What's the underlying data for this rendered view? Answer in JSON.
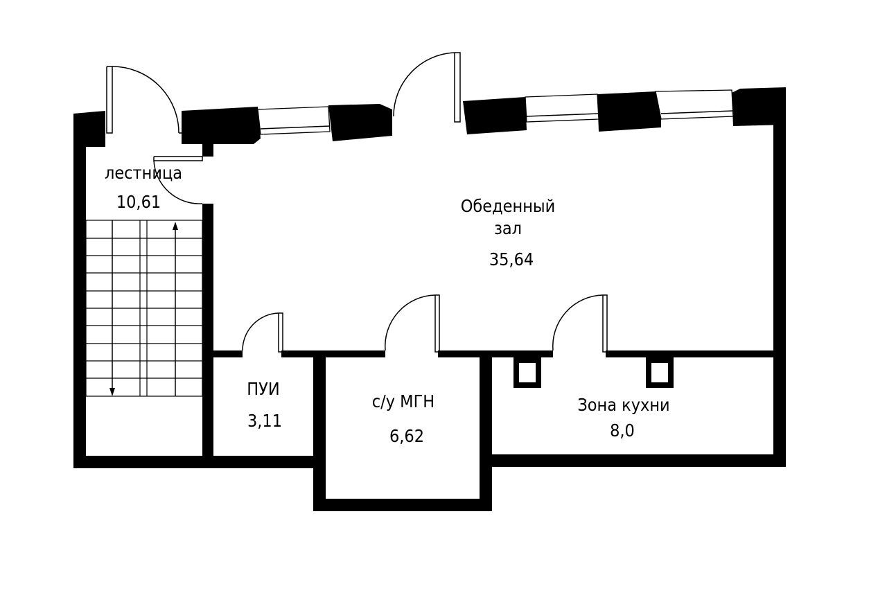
{
  "rooms": {
    "staircase": {
      "name": "лестница",
      "area": "10,61"
    },
    "dining_hall": {
      "name_line1": "Обеденный",
      "name_line2": "зал",
      "area": "35,64"
    },
    "cleaning_room": {
      "name": "ПУИ",
      "area": "3,11"
    },
    "accessible_wc": {
      "name": "с/у МГН",
      "area": "6,62"
    },
    "kitchen_zone": {
      "name": "Зона кухни",
      "area": "8,0"
    }
  }
}
